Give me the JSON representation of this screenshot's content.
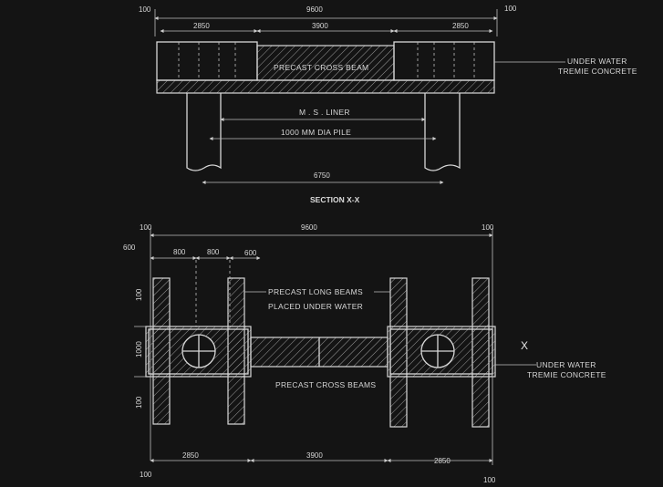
{
  "section": {
    "dims_top": {
      "left_offset": "100",
      "total": "9600",
      "right_offset": "100"
    },
    "dims_sub": {
      "left": "2850",
      "middle": "3900",
      "right": "2850"
    },
    "beam_label": "PRECAST CROSS BEAM",
    "liner_label": "M . S . LINER",
    "pile_label": "1000 MM DIA PILE",
    "pile_spacing": "6750",
    "concrete_label_1": "UNDER WATER",
    "concrete_label_2": "TREMIE CONCRETE",
    "title": "SECTION X-X"
  },
  "plan": {
    "dims_top": {
      "left_offset": "100",
      "total": "9600",
      "right_offset": "100"
    },
    "dims_sub": {
      "a": "800",
      "b": "800",
      "c": "600"
    },
    "left_dim": "600",
    "vert_dims": {
      "top": "100",
      "mid": "1000",
      "bottom": "100"
    },
    "long_beams_1": "PRECAST LONG BEAMS",
    "long_beams_2": "PLACED UNDER WATER",
    "cross_beams": "PRECAST CROSS BEAMS",
    "x_marker": "X",
    "concrete_label_1": "UNDER WATER",
    "concrete_label_2": "TREMIE CONCRETE",
    "dims_bottom": {
      "left": "2850",
      "middle": "3900",
      "right": "2850"
    },
    "bottom_left": "100",
    "bottom_right": "100"
  }
}
